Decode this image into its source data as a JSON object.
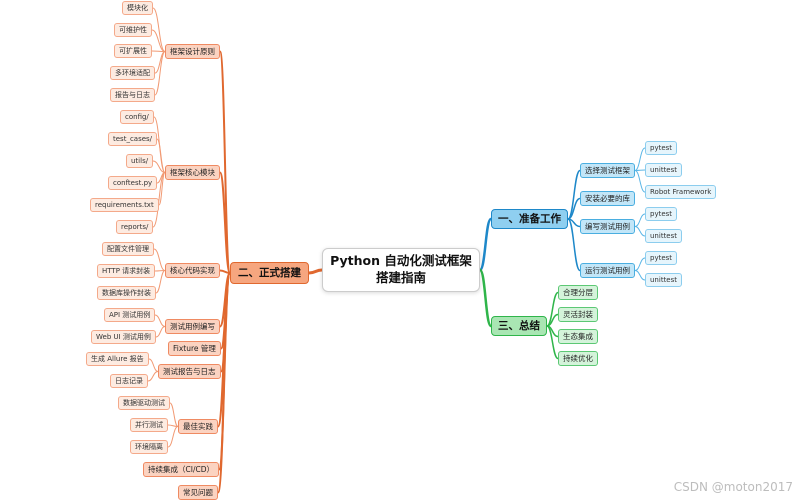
{
  "root": {
    "title": "Python 自动化测试框架搭建指南"
  },
  "branches": {
    "prepare": {
      "label": "一、准备工作",
      "color": "#1e88c9",
      "children": [
        {
          "label": "选择测试框架",
          "leaves": [
            "pytest",
            "unittest",
            "Robot Framework"
          ]
        },
        {
          "label": "安装必要的库",
          "leaves": []
        },
        {
          "label": "编写测试用例",
          "leaves": [
            "pytest",
            "unittest"
          ]
        },
        {
          "label": "运行测试用例",
          "leaves": [
            "pytest",
            "unittest"
          ]
        }
      ]
    },
    "build": {
      "label": "二、正式搭建",
      "color": "#e0682f",
      "children": [
        {
          "label": "框架设计原则",
          "leaves": [
            "模块化",
            "可维护性",
            "可扩展性",
            "多环境适配",
            "报告与日志"
          ]
        },
        {
          "label": "框架核心模块",
          "leaves": [
            "config/",
            "test_cases/",
            "utils/",
            "conftest.py",
            "requirements.txt",
            "reports/"
          ]
        },
        {
          "label": "核心代码实现",
          "leaves": [
            "配置文件管理",
            "HTTP 请求封装",
            "数据库操作封装"
          ]
        },
        {
          "label": "测试用例编写",
          "leaves": [
            "API 测试用例",
            "Web UI 测试用例"
          ]
        },
        {
          "label": "Fixture 管理",
          "leaves": []
        },
        {
          "label": "测试报告与日志",
          "leaves": [
            "生成 Allure 报告",
            "日志记录"
          ]
        },
        {
          "label": "最佳实践",
          "leaves": [
            "数据驱动测试",
            "并行测试",
            "环境隔离"
          ]
        },
        {
          "label": "持续集成（CI/CD）",
          "leaves": []
        },
        {
          "label": "常见问题",
          "leaves": []
        }
      ]
    },
    "summary": {
      "label": "三、总结",
      "color": "#2fb54a",
      "children": [
        {
          "label": "合理分层",
          "leaves": []
        },
        {
          "label": "灵活封装",
          "leaves": []
        },
        {
          "label": "生态集成",
          "leaves": []
        },
        {
          "label": "持续优化",
          "leaves": []
        }
      ]
    }
  },
  "watermark": "CSDN @moton2017"
}
